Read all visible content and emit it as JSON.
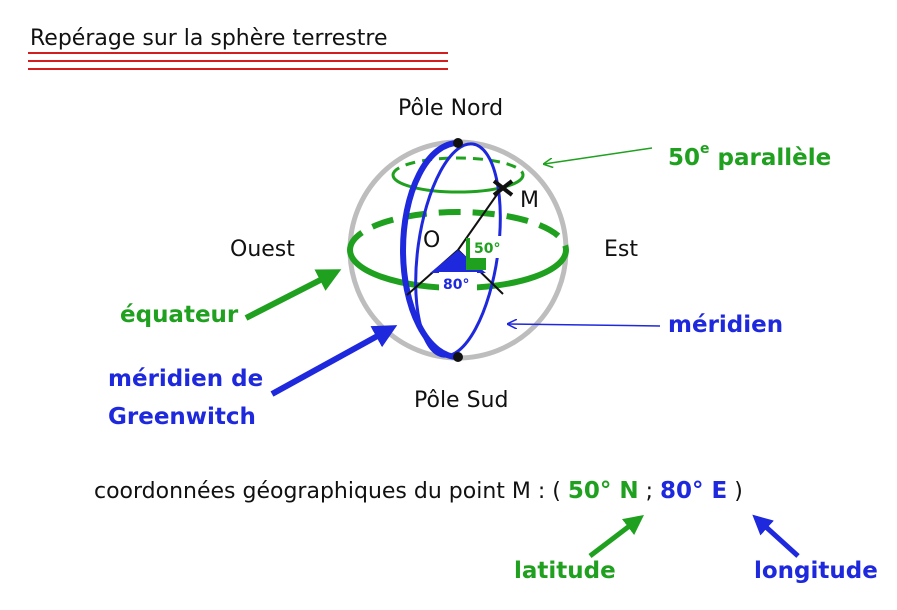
{
  "title": "Repérage sur la sphère terrestre",
  "labels": {
    "north_pole": "Pôle Nord",
    "south_pole": "Pôle Sud",
    "west": "Ouest",
    "east": "Est",
    "center": "O",
    "point": "M",
    "parallel_number": "50",
    "parallel_suffix": "e",
    "parallel_word": "parallèle",
    "equator": "équateur",
    "meridian": "méridien",
    "greenwich_line1": "méridien de",
    "greenwich_line2": "Greenwitch",
    "latitude_angle": "50°",
    "longitude_angle": "80°"
  },
  "coordinates": {
    "prefix": "coordonnées géographiques du point M : (",
    "latitude_value": "50° N",
    "separator": ";",
    "longitude_value": "80° E",
    "suffix": ")",
    "latitude_label": "latitude",
    "longitude_label": "longitude"
  },
  "colors": {
    "title_rule": "#d21e1e",
    "green": "#1fa01f",
    "blue": "#1e28dc",
    "sphere": "#bdbdbd",
    "text": "#111111"
  }
}
